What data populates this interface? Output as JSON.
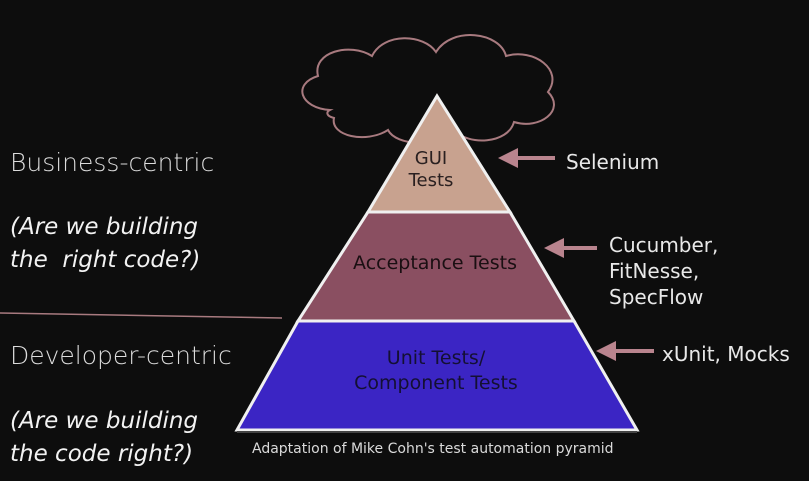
{
  "left_labels": {
    "business": "Business-centric",
    "business_question_line1": "(Are we building",
    "business_question_line2": "the  right code?)",
    "developer": "Developer-centric",
    "developer_question_line1": "(Are we building",
    "developer_question_line2": "the code right?)"
  },
  "pyramid": {
    "gui": {
      "line1": "GUI",
      "line2": "Tests",
      "color": "#c8a28f"
    },
    "acceptance": {
      "label": "Acceptance Tests",
      "color": "#8a4f61"
    },
    "unit": {
      "line1": "Unit Tests/",
      "line2": "Component Tests",
      "color": "#3b25c4"
    }
  },
  "tools": {
    "gui": "Selenium",
    "acceptance_line1": "Cucumber,",
    "acceptance_line2": "FitNesse,",
    "acceptance_line3": "SpecFlow",
    "unit": "xUnit, Mocks"
  },
  "caption": "Adaptation of Mike Cohn's test automation pyramid",
  "colors": {
    "background": "#0d0d0d",
    "arrow": "#b9848e",
    "cloud_stroke": "#a87a7f",
    "divider": "#a87a7f"
  }
}
